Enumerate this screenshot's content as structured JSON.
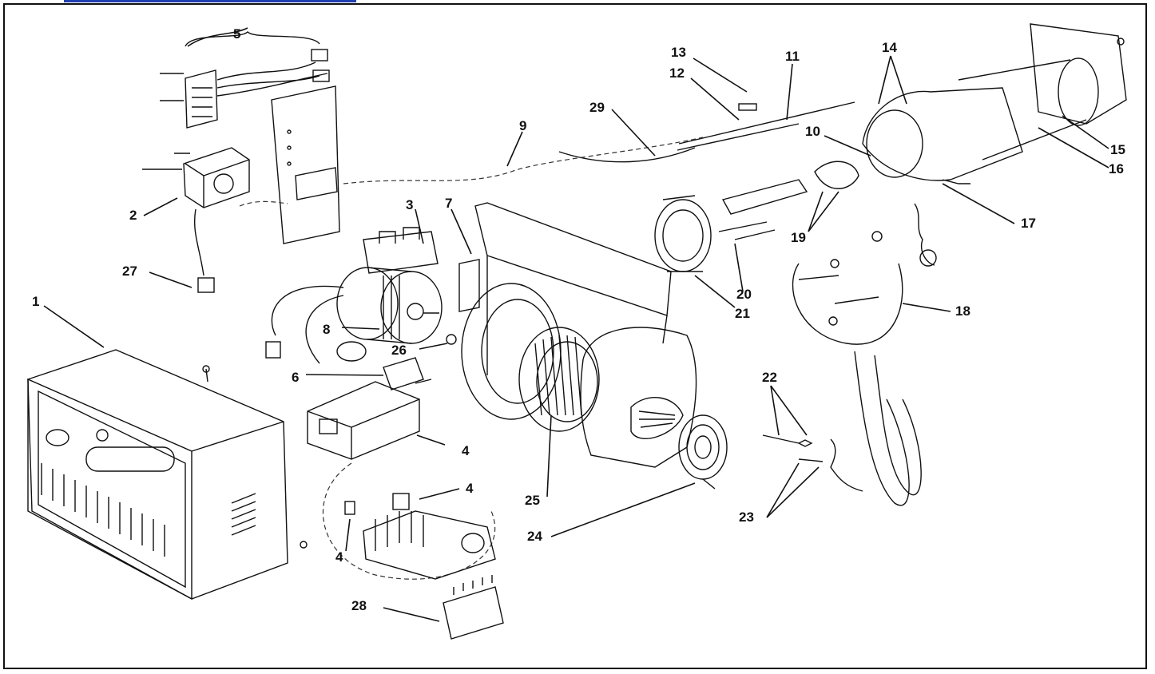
{
  "accent_colors": {
    "link_bar": "#1f3fb0",
    "border": "#111111"
  },
  "callouts": [
    {
      "id": "1",
      "text": "1"
    },
    {
      "id": "2",
      "text": "2"
    },
    {
      "id": "3",
      "text": "3"
    },
    {
      "id": "4a",
      "text": "4"
    },
    {
      "id": "4b",
      "text": "4"
    },
    {
      "id": "4c",
      "text": "4"
    },
    {
      "id": "5",
      "text": "5"
    },
    {
      "id": "6",
      "text": "6"
    },
    {
      "id": "7",
      "text": "7"
    },
    {
      "id": "8",
      "text": "8"
    },
    {
      "id": "9",
      "text": "9"
    },
    {
      "id": "10",
      "text": "10"
    },
    {
      "id": "11",
      "text": "11"
    },
    {
      "id": "12",
      "text": "12"
    },
    {
      "id": "13",
      "text": "13"
    },
    {
      "id": "14",
      "text": "14"
    },
    {
      "id": "15",
      "text": "15"
    },
    {
      "id": "16",
      "text": "16"
    },
    {
      "id": "17",
      "text": "17"
    },
    {
      "id": "18",
      "text": "18"
    },
    {
      "id": "19",
      "text": "19"
    },
    {
      "id": "20",
      "text": "20"
    },
    {
      "id": "21",
      "text": "21"
    },
    {
      "id": "22",
      "text": "22"
    },
    {
      "id": "23",
      "text": "23"
    },
    {
      "id": "24",
      "text": "24"
    },
    {
      "id": "25",
      "text": "25"
    },
    {
      "id": "26",
      "text": "26"
    },
    {
      "id": "27",
      "text": "27"
    },
    {
      "id": "28",
      "text": "28"
    },
    {
      "id": "29",
      "text": "29"
    }
  ]
}
